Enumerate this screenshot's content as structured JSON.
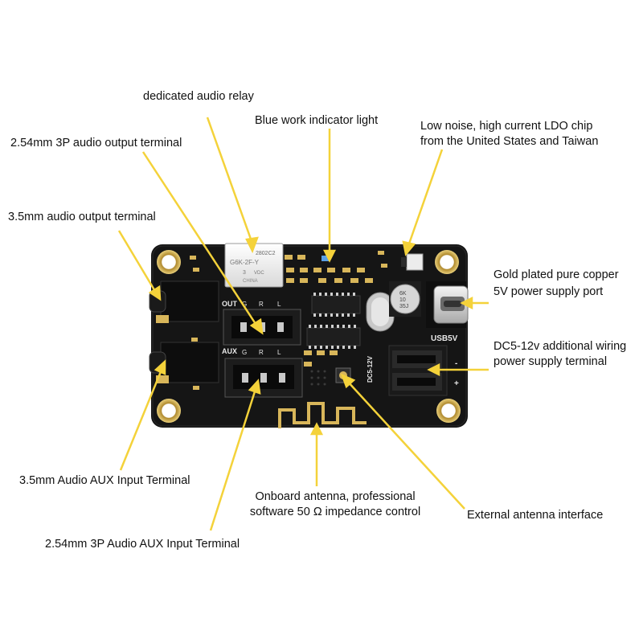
{
  "labels": {
    "relay": "dedicated audio relay",
    "blue_light": "Blue work indicator light",
    "ldo_line1": "Low noise, high current LDO chip",
    "ldo_line2": "from the United States and Taiwan",
    "out_3p": "2.54mm 3P audio output terminal",
    "out_35": "3.5mm audio output terminal",
    "usb_line1": "Gold plated pure copper",
    "usb_line2": "5V power supply port",
    "dc_line1": "DC5-12v additional wiring",
    "dc_line2": "power supply terminal",
    "aux_35": "3.5mm Audio AUX Input Terminal",
    "antenna_line1": "Onboard antenna, professional",
    "antenna_line2": "software 50 Ω impedance control",
    "ext_antenna": "External antenna interface",
    "aux_3p": "2.54mm 3P Audio AUX Input Terminal"
  },
  "board": {
    "out": "OUT",
    "aux": "AUX",
    "usb5v": "USB5V",
    "dc512v": "DC5-12V",
    "relay_code": "2802C2",
    "relay_model": "G6K-2F-Y",
    "relay_volt": "3",
    "relay_vdc": "VDC",
    "relay_china": "CHINA",
    "cap_a": "6K",
    "cap_b": "10",
    "cap_c": "35J",
    "r": "R",
    "l": "L",
    "g": "G",
    "minus": "-",
    "plus": "+"
  },
  "colors": {
    "pointer": "#f4d23a",
    "board": "#151515",
    "pad_gold": "#d8b65a",
    "silkscreen": "#e8e8e8"
  }
}
